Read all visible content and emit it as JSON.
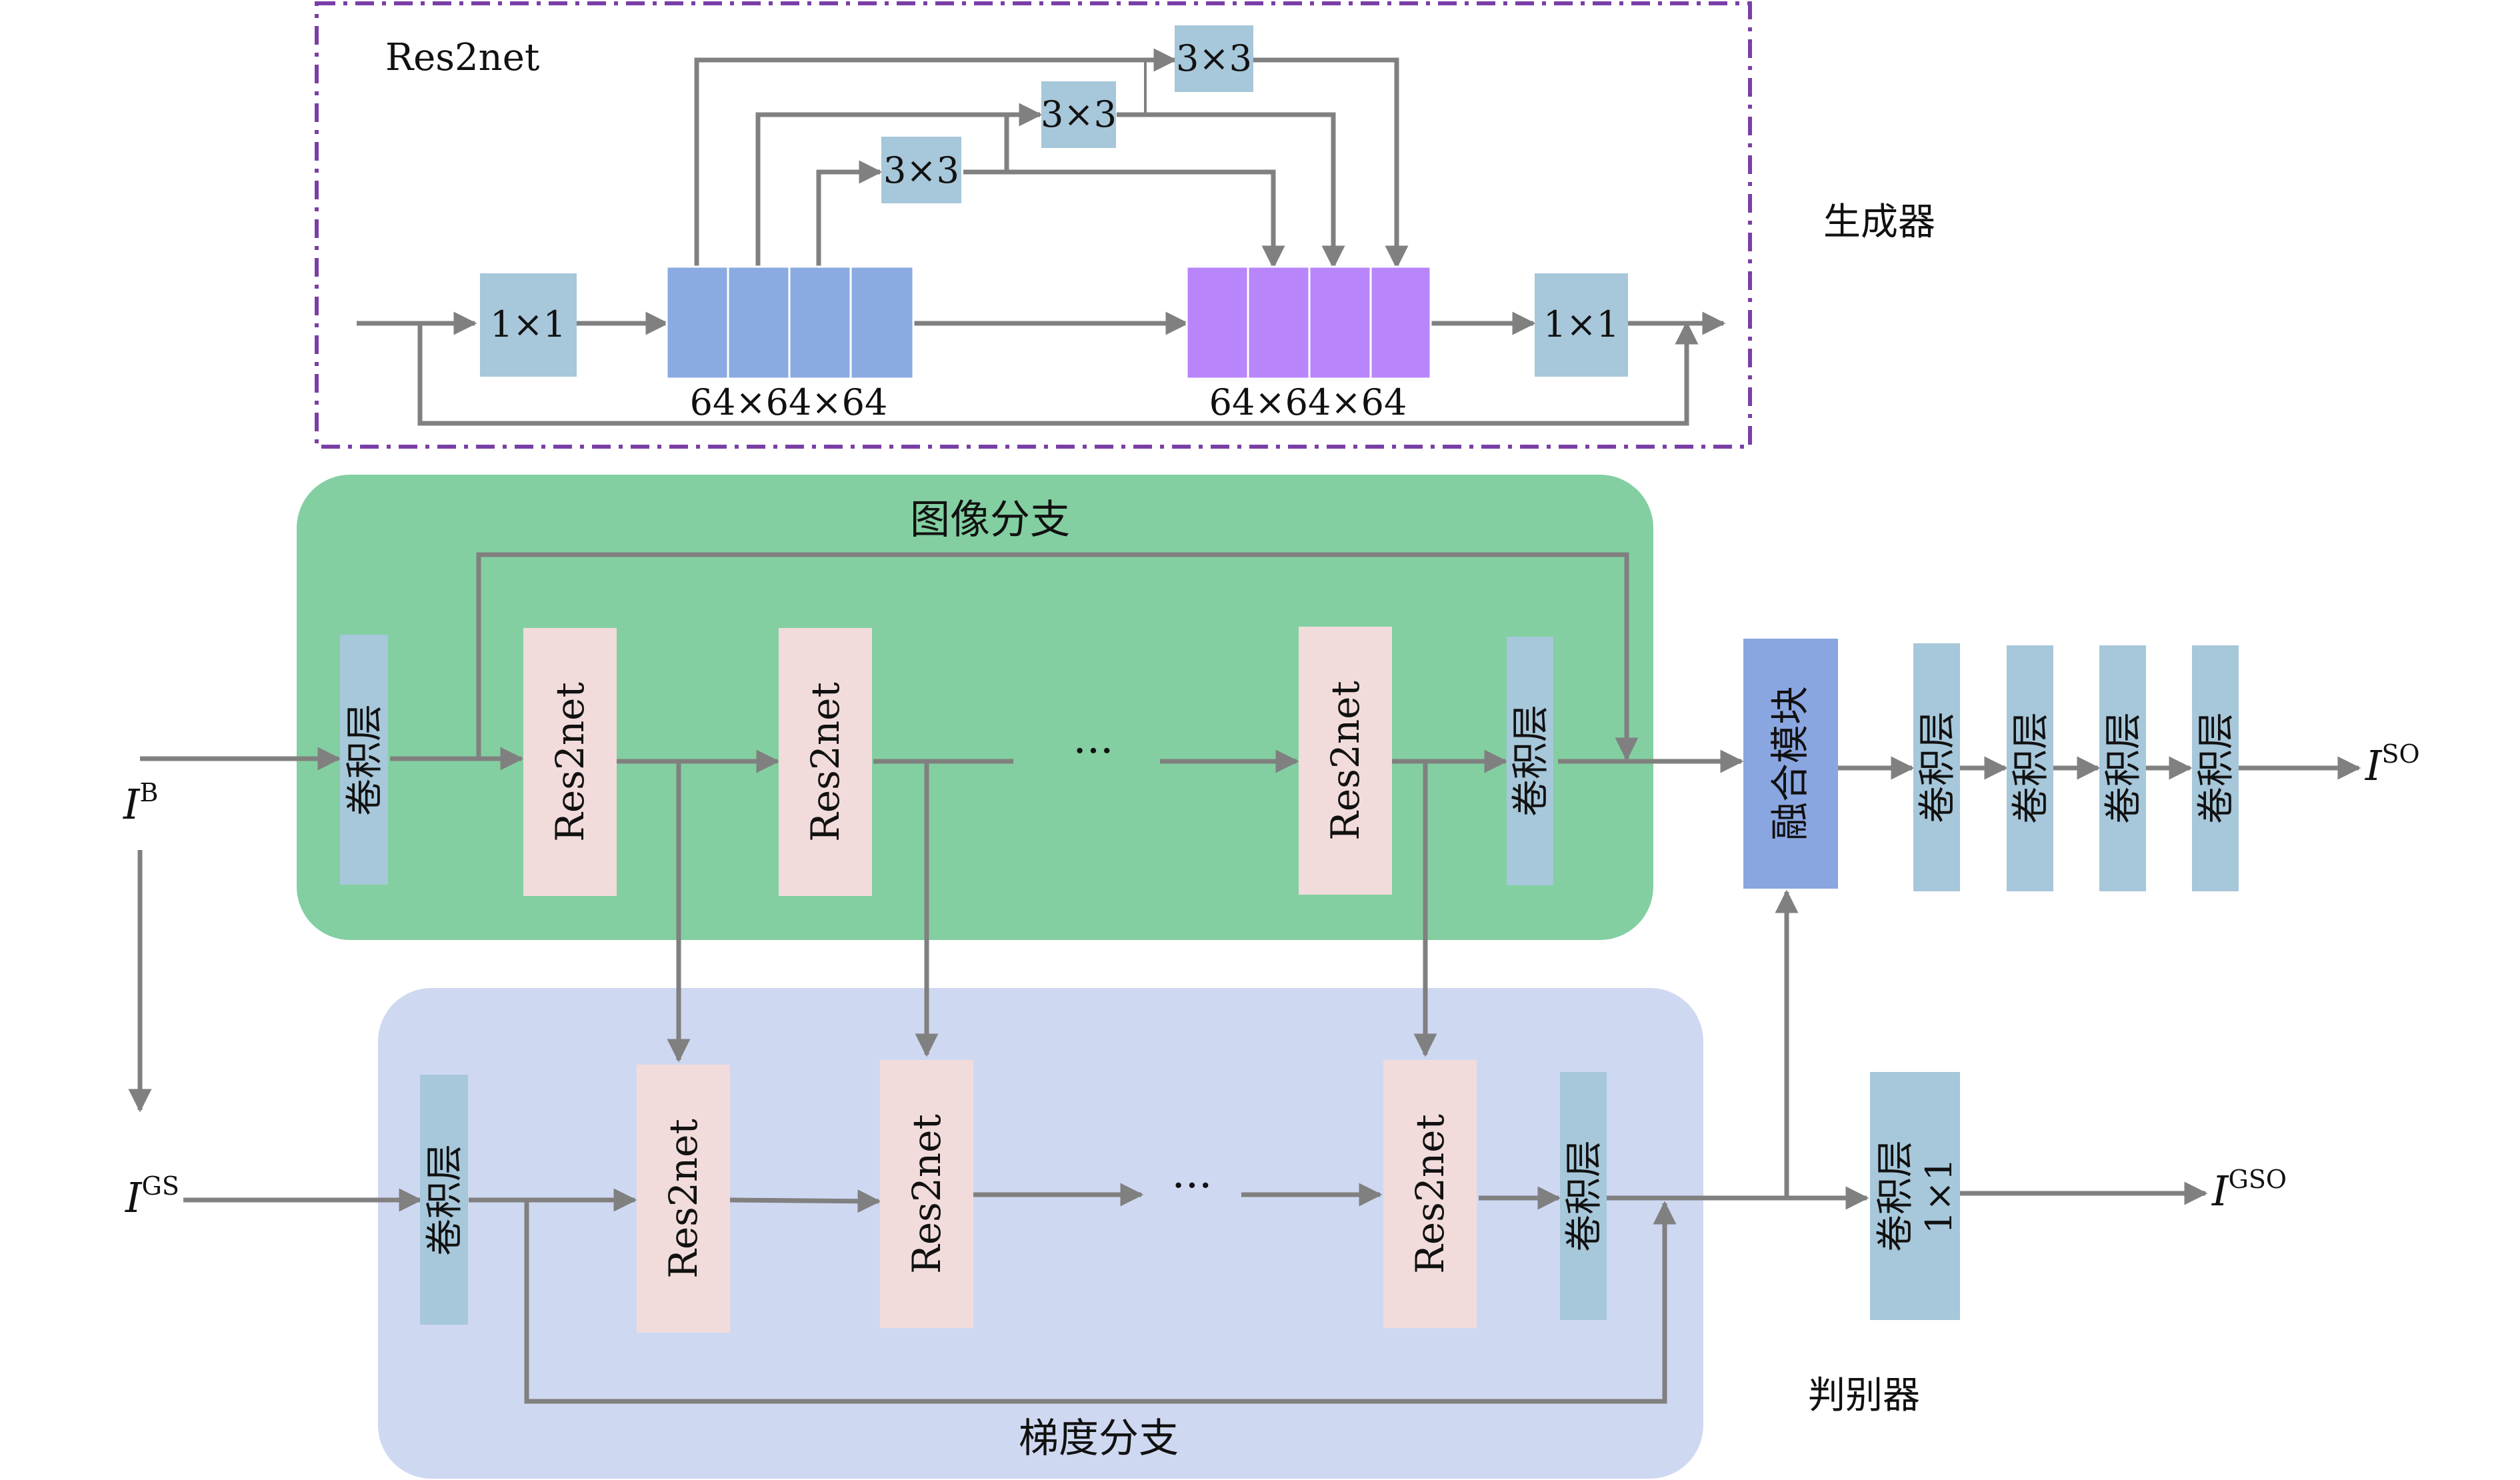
{
  "res2net_panel": {
    "title": "Res2net",
    "conv_1x1": "1×1",
    "conv_3x3": "3×3",
    "split_dims": "64×64×64",
    "merge_dims": "64×64×64"
  },
  "labels": {
    "generator": "生成器",
    "discriminator": "判别器",
    "image_branch": "图像分支",
    "gradient_branch": "梯度分支",
    "fusion": "融合模块"
  },
  "blocks": {
    "conv": "卷积层",
    "res2net": "Res2net",
    "ellipsis": "···",
    "conv_1x1_suffix": "1×1"
  },
  "io": {
    "input_image": "I",
    "input_image_sup": "B",
    "input_gradient": "I",
    "input_gradient_sup": "GS",
    "output_image": "I",
    "output_image_sup": "SO",
    "output_gradient": "I",
    "output_gradient_sup": "GSO"
  },
  "colors": {
    "image_branch_bg": "#83cfa1",
    "gradient_branch_bg": "#cfd8f1",
    "conv_block": "#a7c7da",
    "res2net_block": "#f1dcdb",
    "split_block": "#8caae2",
    "merge_block": "#b985fa",
    "fusion_block": "#8aa6e0",
    "arrow": "#808080",
    "panel_border": "#7a3fa6"
  }
}
